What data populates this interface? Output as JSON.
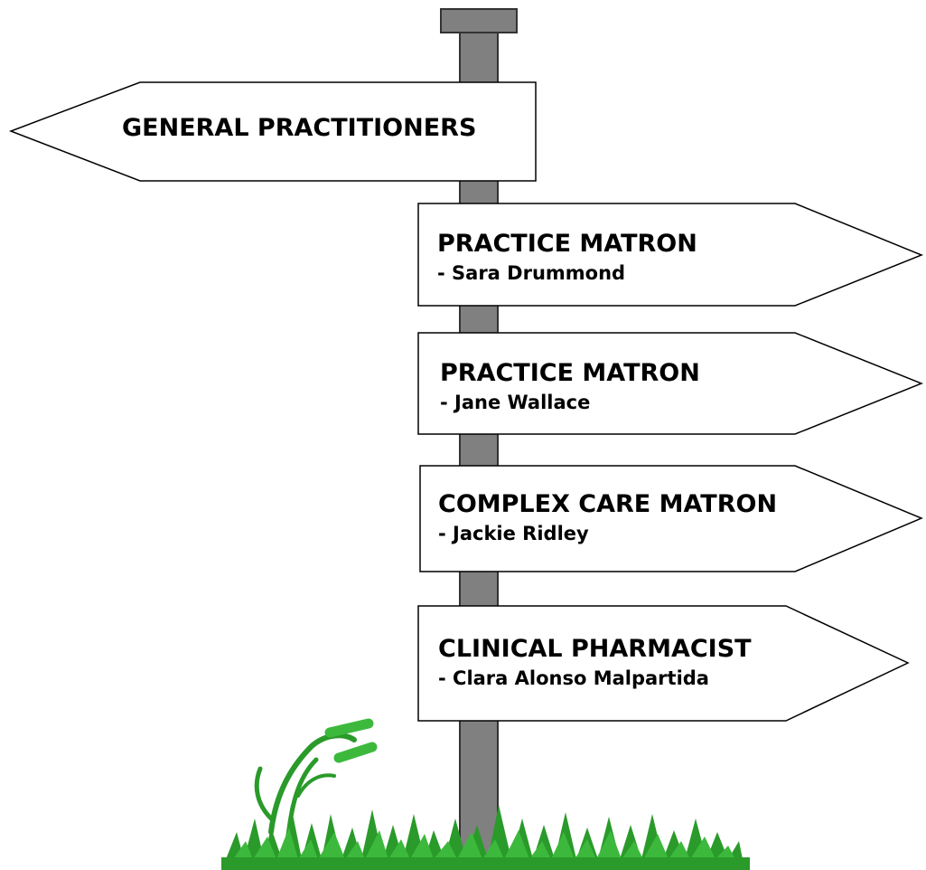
{
  "colors": {
    "post": "#808080",
    "post_border": "#333333",
    "sign_fill": "#ffffff",
    "sign_border": "#000000",
    "grass_dark": "#1f8a1f",
    "grass_light": "#3cb93c"
  },
  "signs": [
    {
      "direction": "left",
      "title": "GENERAL PRACTITIONERS",
      "subtitle": ""
    },
    {
      "direction": "right",
      "title": "PRACTICE MATRON",
      "subtitle": "- Sara Drummond"
    },
    {
      "direction": "right",
      "title": "PRACTICE MATRON",
      "subtitle": "- Jane Wallace"
    },
    {
      "direction": "right",
      "title": "COMPLEX CARE MATRON",
      "subtitle": "- Jackie Ridley"
    },
    {
      "direction": "right",
      "title": "CLINICAL PHARMACIST",
      "subtitle": "- Clara Alonso Malpartida"
    }
  ]
}
